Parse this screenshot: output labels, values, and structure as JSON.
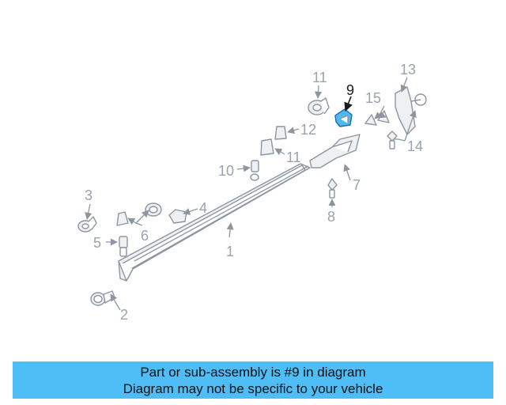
{
  "callouts": {
    "c1": "1",
    "c2": "2",
    "c3": "3",
    "c4": "4",
    "c5": "5",
    "c6": "6",
    "c7": "7",
    "c8": "8",
    "c9": "9",
    "c10": "10",
    "c11a": "11",
    "c11b": "11",
    "c12": "12",
    "c13": "13",
    "c14": "14",
    "c15": "15"
  },
  "highlighted_part": "9",
  "colors": {
    "highlight": "#4fb8f0",
    "banner": "#4fbdf6",
    "line": "#8d96a0"
  },
  "banner": {
    "line1": "Part or sub-assembly is #9 in diagram",
    "line2": "Diagram may not be specific to your vehicle"
  }
}
